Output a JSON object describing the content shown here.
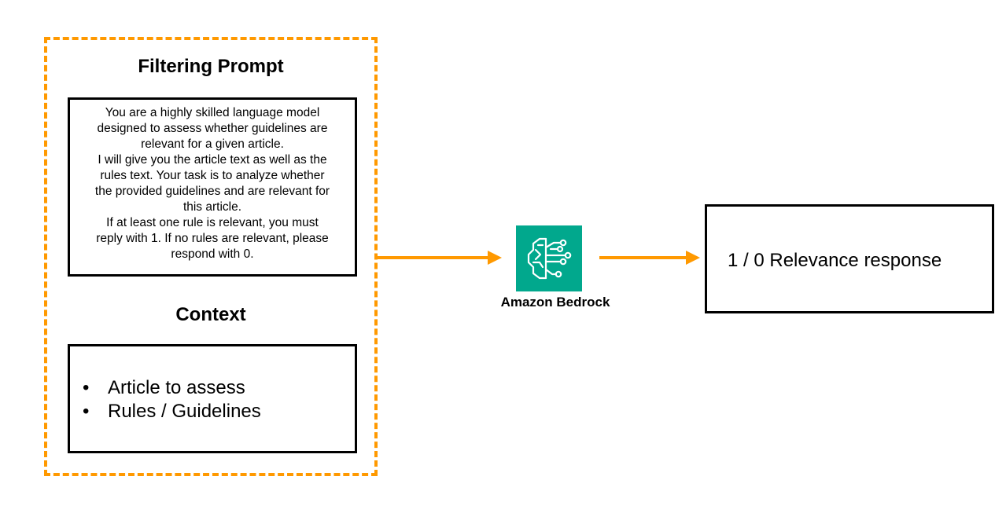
{
  "filtering_prompt": {
    "title": "Filtering Prompt",
    "text": "You are a highly skilled language model\ndesigned to assess whether guidelines are\nrelevant for a given article.\nI will give you the article text as well as the\nrules text. Your task is to analyze whether\nthe provided guidelines and are relevant for\nthis article.\nIf at least one rule is relevant, you must\nreply with 1. If no rules are relevant, please\nrespond with 0."
  },
  "context": {
    "title": "Context",
    "items": [
      "Article to assess",
      "Rules / Guidelines"
    ],
    "bullet": "•"
  },
  "bedrock": {
    "label": "Amazon Bedrock",
    "icon": "bedrock-brain-circuit-icon",
    "color": "#01a88d"
  },
  "response": {
    "text": "1 / 0 Relevance response"
  },
  "colors": {
    "accent": "#ff9900",
    "border": "#000000"
  }
}
